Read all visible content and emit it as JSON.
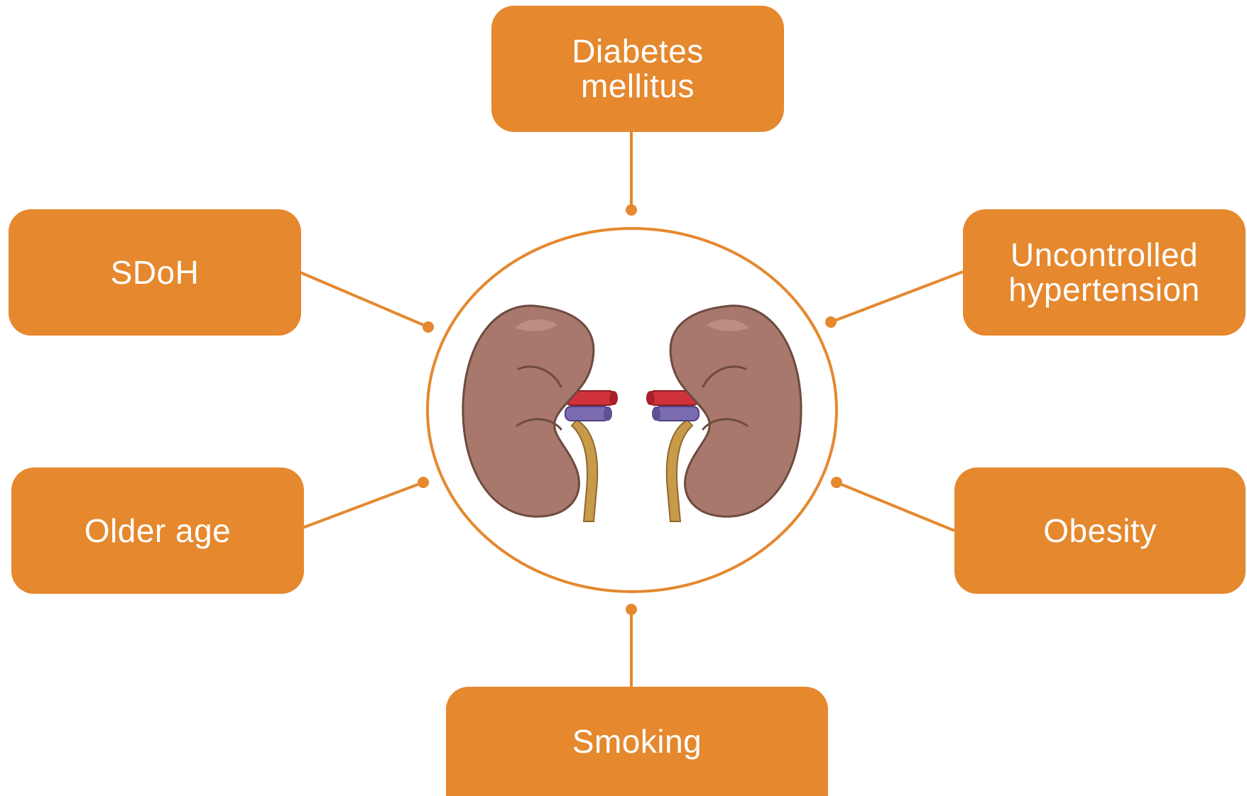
{
  "colors": {
    "accent": "#E5882E",
    "box_text": "#FFFFFF",
    "kidney": "#A8786C",
    "artery": "#D0323B",
    "vein": "#7B6CB2",
    "ureter": "#C79B4A"
  },
  "center": {
    "icon": "kidneys-illustration"
  },
  "factors": {
    "top": "Diabetes\nmellitus",
    "left_upper": "SDoH",
    "right_upper": "Uncontrolled\nhypertension",
    "left_lower": "Older age",
    "right_lower": "Obesity",
    "bottom": "Smoking"
  }
}
